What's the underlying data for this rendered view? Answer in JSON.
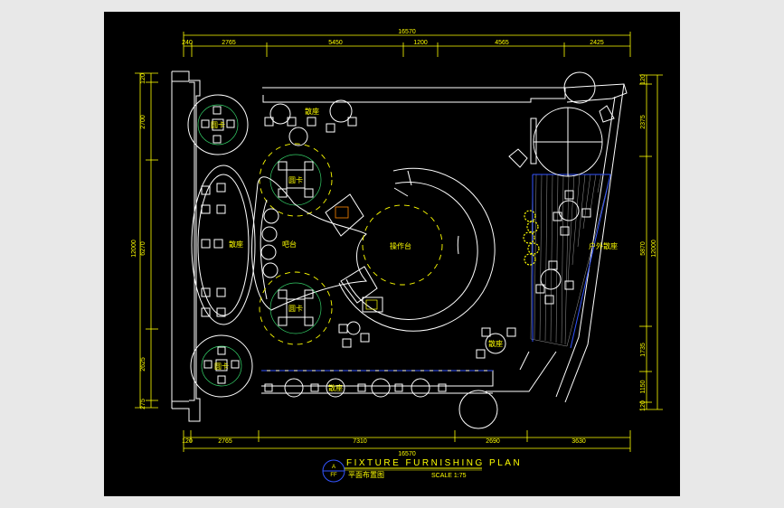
{
  "plan": {
    "title": "FIXTURE FURNISHING PLAN",
    "subtitle": "平面布置图",
    "scale": "SCALE 1:75",
    "sheet_ref_top": "A",
    "sheet_ref_bottom": "FF"
  },
  "dimensions": {
    "top_total": "16570",
    "top_segments": [
      "240",
      "2765",
      "5450",
      "1200",
      "4565",
      "2425"
    ],
    "bottom_total": "16570",
    "bottom_segments": [
      "120",
      "2765",
      "7310",
      "2690",
      "3630"
    ],
    "left_outer": "12000",
    "left_segments": [
      "120",
      "2700",
      "6270",
      "2625",
      "275"
    ],
    "right_outer": "12000",
    "right_segments": [
      "120",
      "2375",
      "5870",
      "1735",
      "1150",
      "120"
    ]
  },
  "room_labels": {
    "booth_top_left": "圆卡",
    "booth_mid_left": "圆卡",
    "booth_lower_left": "圆卡",
    "booth_bottom_left": "圆卡",
    "seating_top": "散座",
    "seating_left": "散座",
    "bar": "吧台",
    "stage": "操作台",
    "seating_bottom": "散座",
    "seating_bottom_right": "散座",
    "outdoor_seating": "户外散座"
  }
}
